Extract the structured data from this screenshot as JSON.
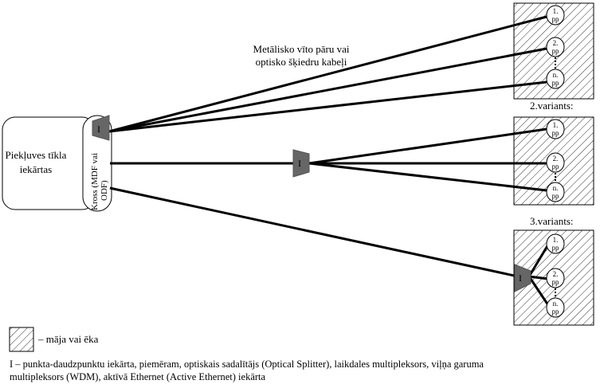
{
  "access_equipment": {
    "line1": "Piekļuves tīkla",
    "line2": "iekārtas"
  },
  "cross_connect": {
    "line1": "Kross (MDF vai",
    "line2": "ODF)"
  },
  "cable_label": {
    "line1": "Metālisko vīto pāru vai",
    "line2": "optisko šķiedru kabeļi"
  },
  "splitter_symbol": "I",
  "variants": {
    "v2": "2.variants:",
    "v3": "3.variants:"
  },
  "subscriber": {
    "p1": "1.",
    "p2": "2.",
    "pn": "n.",
    "pp": "pp"
  },
  "legend": {
    "house_label": "– māja vai ēka",
    "line1": "I – punkta-daudzpunktu iekārta, piemēram, optiskais sadalītājs (Optical Splitter), laikdales multipleksors, viļņa garuma",
    "line2": "multipleksors (WDM), aktīvā Ethernet (Active Ethernet) iekārta"
  }
}
